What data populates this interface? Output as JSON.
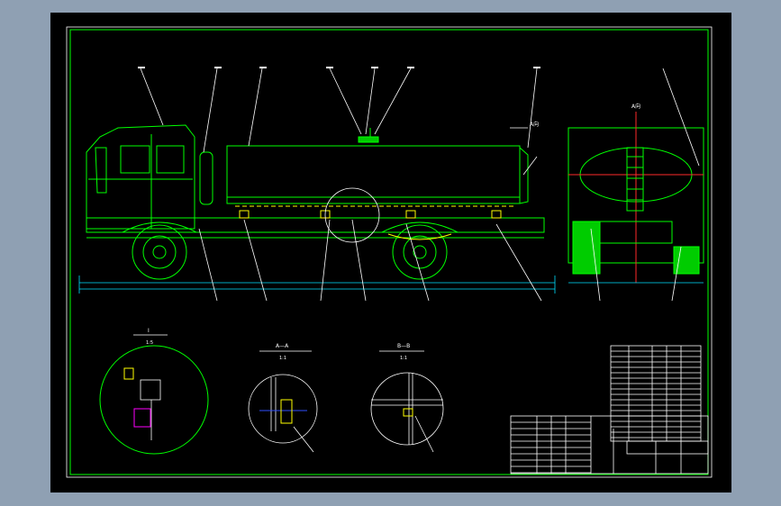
{
  "colors": {
    "background": "#8fa0b3",
    "canvas": "#000000",
    "primary_line": "#00ff00",
    "dimension_line": "#00e0ff",
    "centerline": "#ff2a2a",
    "hidden_line": "#ffff00",
    "annotation": "#ffffff"
  },
  "views": {
    "a_direction": "A向",
    "section_i": {
      "title": "I",
      "scale": "1:5"
    },
    "section_aa": {
      "title": "A—A",
      "scale": "1:1"
    },
    "section_bb": {
      "title": "B—B",
      "scale": "1:1"
    }
  }
}
